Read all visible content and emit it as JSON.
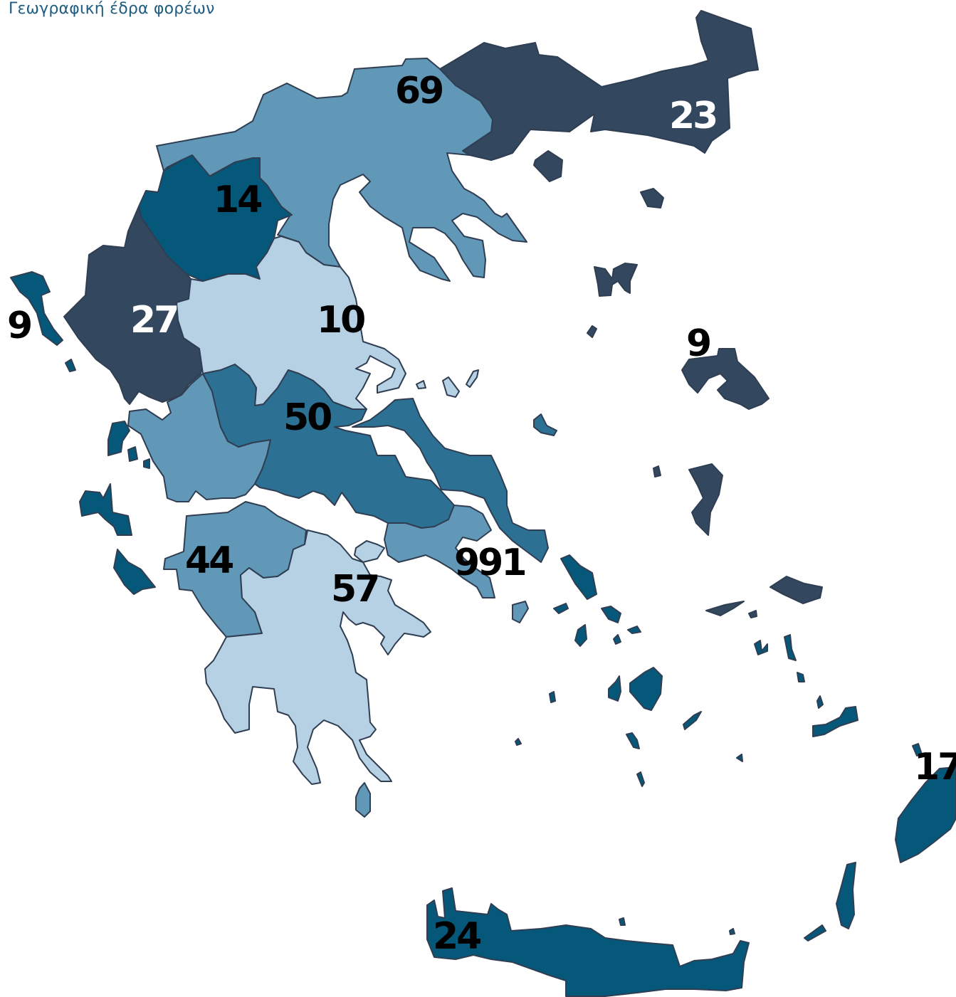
{
  "title": "Γεωγραφική έδρα φορέων",
  "colors": {
    "level1": "#b7d1e4",
    "level2": "#6197b7",
    "level3": "#2c7093",
    "level4": "#06587a",
    "level5": "#33475e",
    "outline": "#2f3e52"
  },
  "regions": [
    {
      "id": "anatoliki-makedonia-thraki",
      "value": "23",
      "level": "level5",
      "label_color": "#ffffff"
    },
    {
      "id": "kentriki-makedonia",
      "value": "69",
      "level": "level2",
      "label_color": "#000000"
    },
    {
      "id": "dytiki-makedonia",
      "value": "14",
      "level": "level4",
      "label_color": "#000000"
    },
    {
      "id": "ipeiros",
      "value": "27",
      "level": "level5",
      "label_color": "#ffffff"
    },
    {
      "id": "thessalia",
      "value": "10",
      "level": "level1",
      "label_color": "#000000"
    },
    {
      "id": "ionia-nisia",
      "value": "9",
      "level": "level4",
      "label_color": "#000000"
    },
    {
      "id": "voreio-aigaio",
      "value": "9",
      "level": "level5",
      "label_color": "#000000"
    },
    {
      "id": "sterea-ellada",
      "value": "50",
      "level": "level3",
      "label_color": "#000000"
    },
    {
      "id": "dytiki-ellada",
      "value": "44",
      "level": "level2",
      "label_color": "#000000"
    },
    {
      "id": "peloponnisos",
      "value": "57",
      "level": "level1",
      "label_color": "#000000"
    },
    {
      "id": "attiki",
      "value": "991",
      "level": "level2",
      "label_color": "#000000"
    },
    {
      "id": "notio-aigaio",
      "value": "17",
      "level": "level4",
      "label_color": "#000000"
    },
    {
      "id": "kriti",
      "value": "24",
      "level": "level4",
      "label_color": "#000000"
    }
  ]
}
